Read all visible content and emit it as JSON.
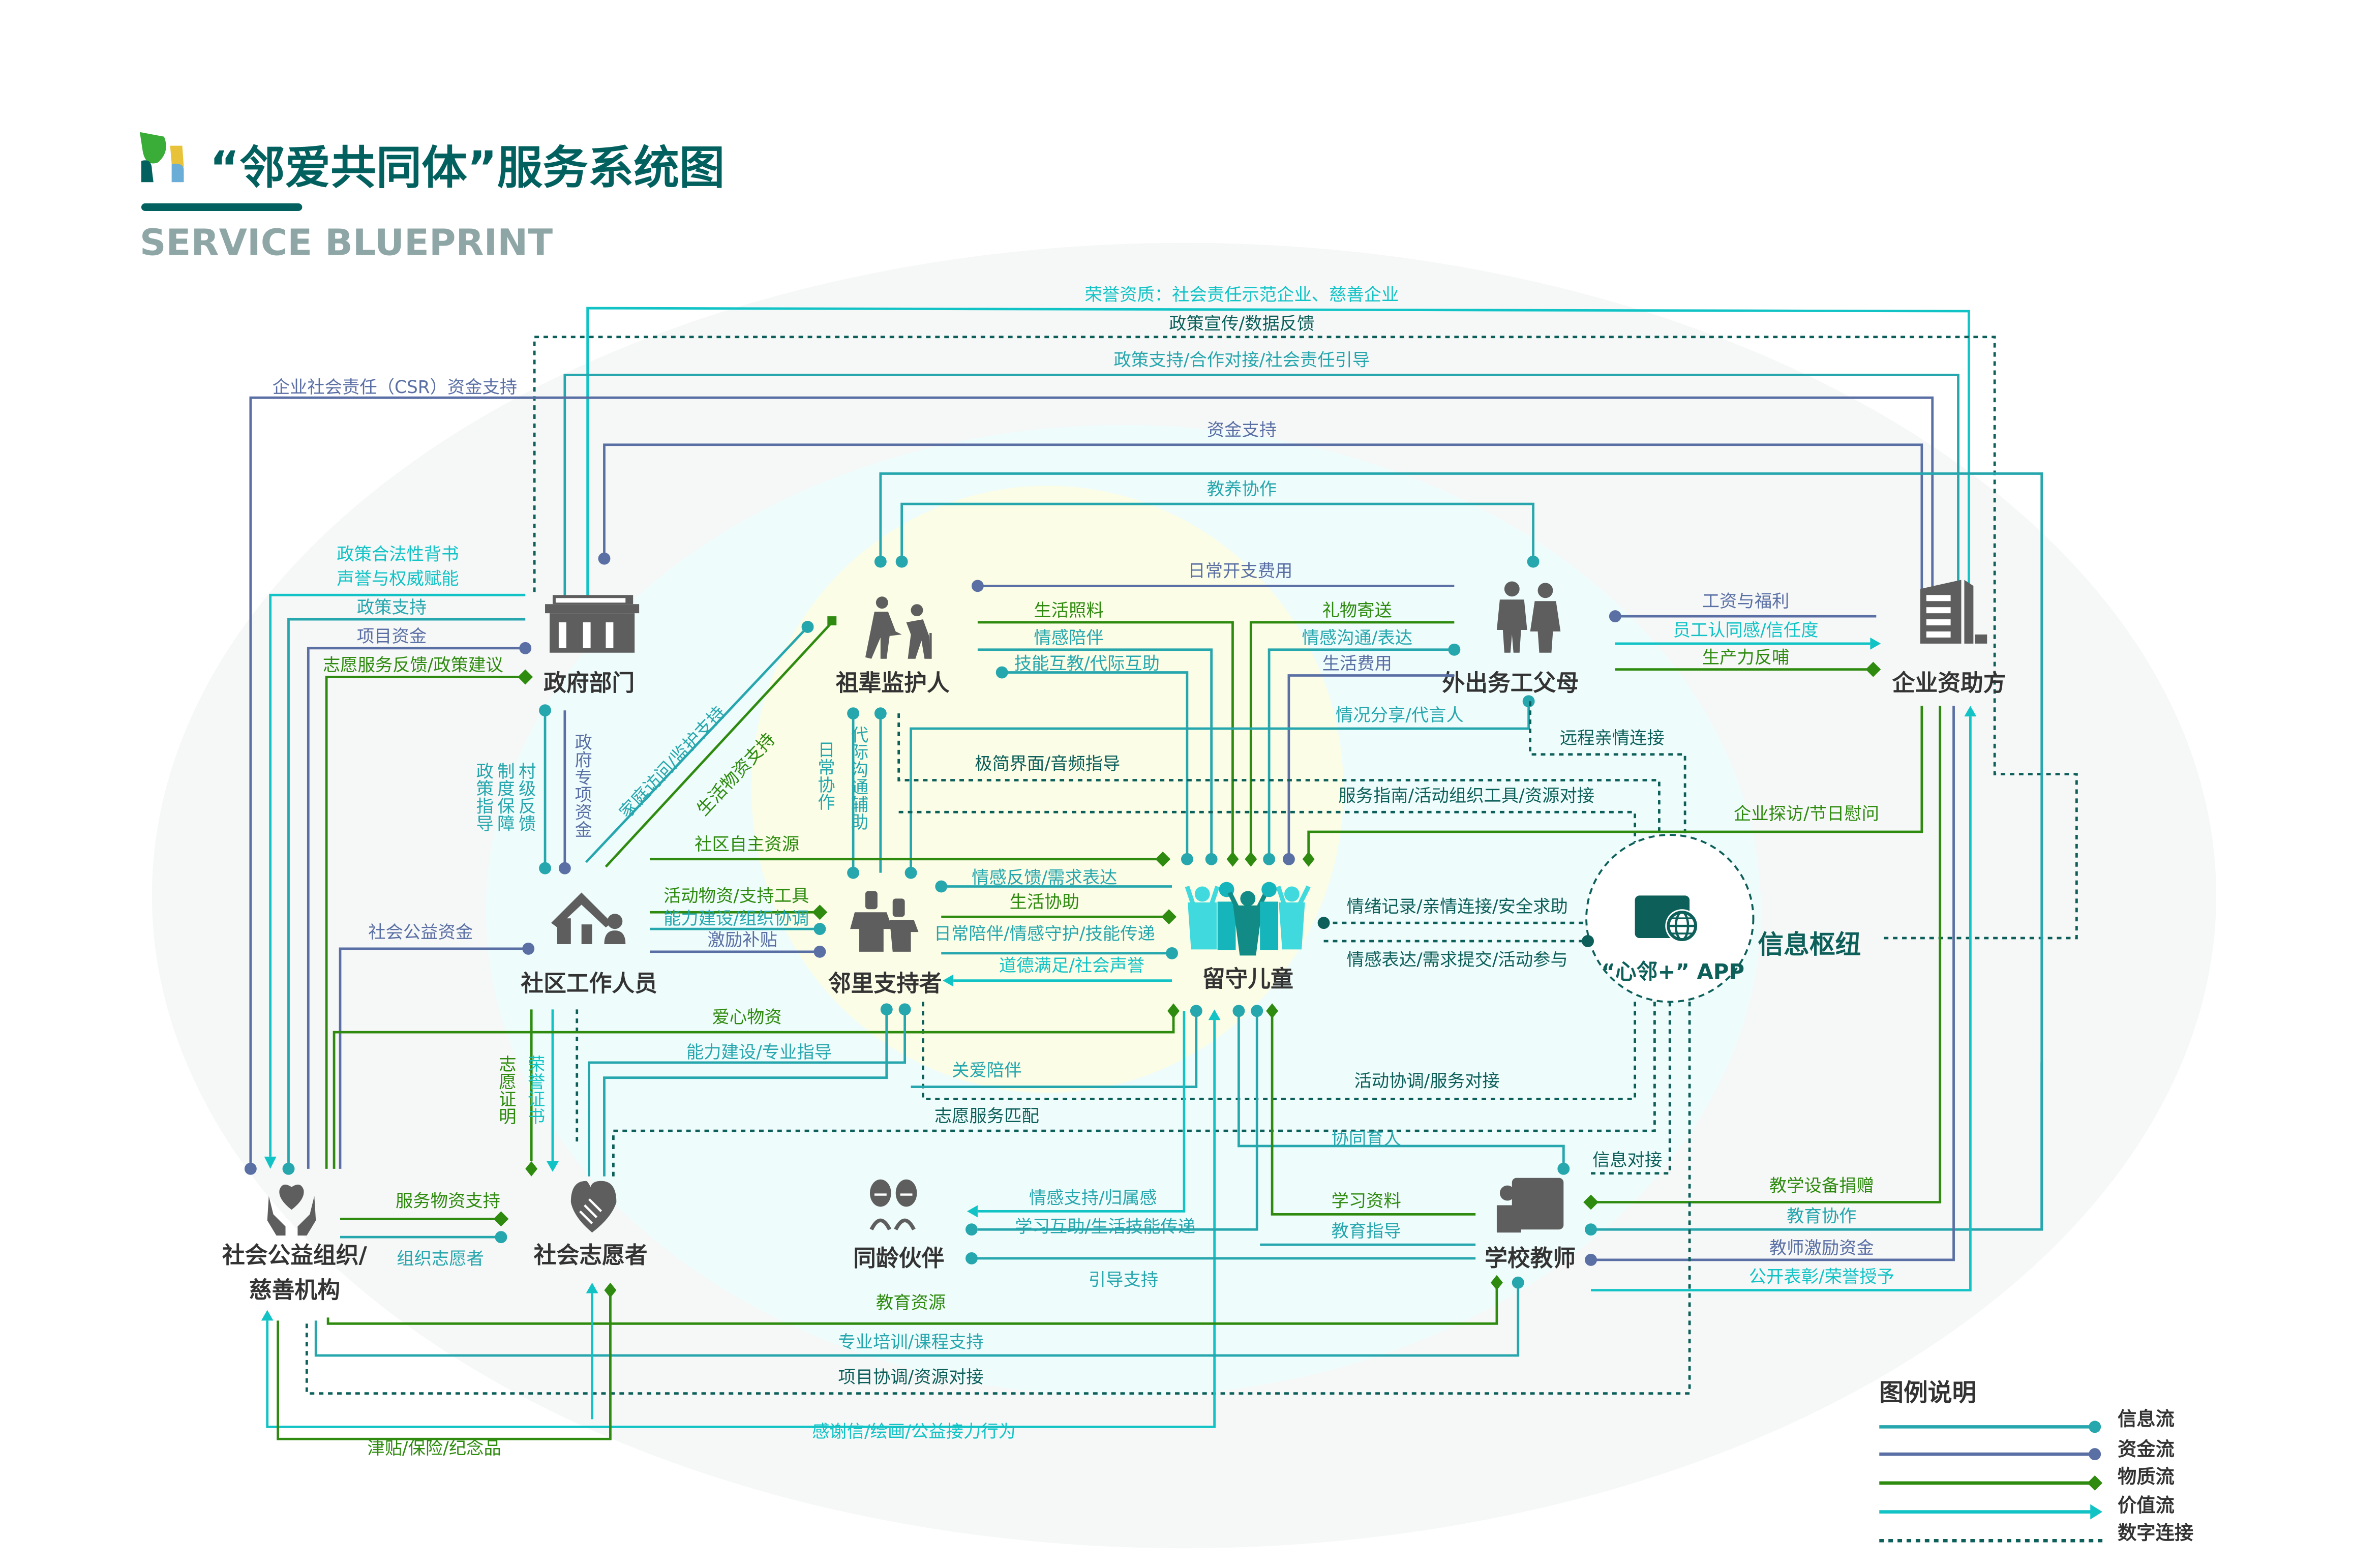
{
  "header": {
    "title": "“邻爱共同体”服务系统图",
    "subtitle": "SERVICE BLUEPRINT",
    "logo": "leaf-heart-logo"
  },
  "colors": {
    "title": "#02615f",
    "subtitle": "#8fa6a7",
    "info_flow": "#26a6ad",
    "fund_flow": "#5a6fa4",
    "material_flow": "#2e8b0f",
    "value_flow": "#12c3c6",
    "digital_link": "#0d5f5a",
    "icon": "#5e5e5e"
  },
  "nodes": {
    "government": {
      "label": "政府部门",
      "icon": "government-building-icon"
    },
    "grandparents": {
      "label": "祖辈监护人",
      "icon": "elderly-couple-icon"
    },
    "parents": {
      "label": "外出务工父母",
      "icon": "parents-couple-icon"
    },
    "enterprise": {
      "label": "企业资助方",
      "icon": "office-building-icon"
    },
    "community": {
      "label": "社区工作人员",
      "icon": "house-person-icon"
    },
    "neighbors": {
      "label": "邻里支持者",
      "icon": "neighbors-icon"
    },
    "children": {
      "label": "留守儿童",
      "icon": "children-group-icon"
    },
    "app": {
      "label": "“心邻+” APP",
      "hub_label": "信息枢纽",
      "icon": "monitor-globe-icon"
    },
    "ngo": {
      "label_line1": "社会公益组织/",
      "label_line2": "慈善机构",
      "icon": "hands-heart-icon"
    },
    "volunteers": {
      "label": "社会志愿者",
      "icon": "handshake-heart-icon"
    },
    "peers": {
      "label": "同龄伙伴",
      "icon": "peer-faces-icon"
    },
    "teachers": {
      "label": "学校教师",
      "icon": "teacher-board-icon"
    }
  },
  "flows": {
    "honor_enterprise": "荣誉资质：社会责任示范企业、慈善企业",
    "policy_promo": "政策宣传/数据反馈",
    "policy_coop": "政策支持/合作对接/社会责任引导",
    "funding_support": "资金支持",
    "csr_funding": "企业社会责任（CSR）资金支持",
    "parenting_coop": "教养协作",
    "legitimacy_1": "政策合法性背书",
    "legitimacy_2": "声誉与权威赋能",
    "policy_support": "政策支持",
    "project_funds": "项目资金",
    "volunteer_feedback": "志愿服务反馈/政策建议",
    "village_feedback": "村级反馈",
    "system_guarantee": "制度保障",
    "policy_guidance": "政策指导",
    "gov_special_funds": "政府专项资金",
    "home_visit": "家庭访问/监护支持",
    "living_supplies": "生活物资支持",
    "daily_expense": "日常开支费用",
    "life_care": "生活照料",
    "emotional_company": "情感陪伴",
    "skill_exchange": "技能互教/代际互助",
    "gift_sending": "礼物寄送",
    "emotional_comm": "情感沟通/表达",
    "living_expense": "生活费用",
    "situation_share": "情况分享/代言人",
    "daily_coop": "日常协作",
    "intergen_comm": "代际沟通辅助",
    "simple_ui": "极简界面/音频指导",
    "service_guide": "服务指南/活动组织工具/资源对接",
    "remote_family": "远程亲情连接",
    "salary": "工资与福利",
    "employee_identity": "员工认同感/信任度",
    "productivity": "生产力反哺",
    "enterprise_visit": "企业探访/节日慰问",
    "community_resources": "社区自主资源",
    "activity_supplies": "活动物资/支持工具",
    "capacity_building": "能力建设/组织协调",
    "incentive_subsidy": "激励补贴",
    "public_funds": "社会公益资金",
    "emotional_feedback": "情感反馈/需求表达",
    "life_assist": "生活协助",
    "daily_company": "日常陪伴/情感守护/技能传递",
    "moral_satisfaction": "道德满足/社会声誉",
    "emotion_record": "情绪记录/亲情连接/安全求助",
    "emotion_expr": "情感表达/需求提交/活动参与",
    "love_supplies": "爱心物资",
    "capacity_pro": "能力建设/专业指导",
    "care_company": "关爱陪伴",
    "activity_coord": "活动协调/服务对接",
    "volunteer_match": "志愿服务匹配",
    "co_education": "协同育人",
    "info_connect": "信息对接",
    "volunteer_cert": "志愿证明",
    "honor_cert": "荣誉证书",
    "service_supplies": "服务物资支持",
    "organize_volunteers": "组织志愿者",
    "emotional_support": "情感支持/归属感",
    "study_help": "学习互助/生活技能传递",
    "study_materials": "学习资料",
    "edu_guidance": "教育指导",
    "guidance_support": "引导支持",
    "teaching_equipment": "教学设备捐赠",
    "edu_coop": "教育协作",
    "teacher_incentive": "教师激励资金",
    "public_honor": "公开表彰/荣誉授予",
    "edu_resources": "教育资源",
    "pro_training": "专业培训/课程支持",
    "project_coord": "项目协调/资源对接",
    "thanks_letter": "感谢信/绘画/公益接力行为",
    "allowance": "津贴/保险/纪念品"
  },
  "legend": {
    "title": "图例说明",
    "items": [
      {
        "label": "信息流",
        "type": "info"
      },
      {
        "label": "资金流",
        "type": "fund"
      },
      {
        "label": "物质流",
        "type": "material"
      },
      {
        "label": "价值流",
        "type": "value"
      },
      {
        "label": "数字连接",
        "type": "digital"
      }
    ]
  }
}
